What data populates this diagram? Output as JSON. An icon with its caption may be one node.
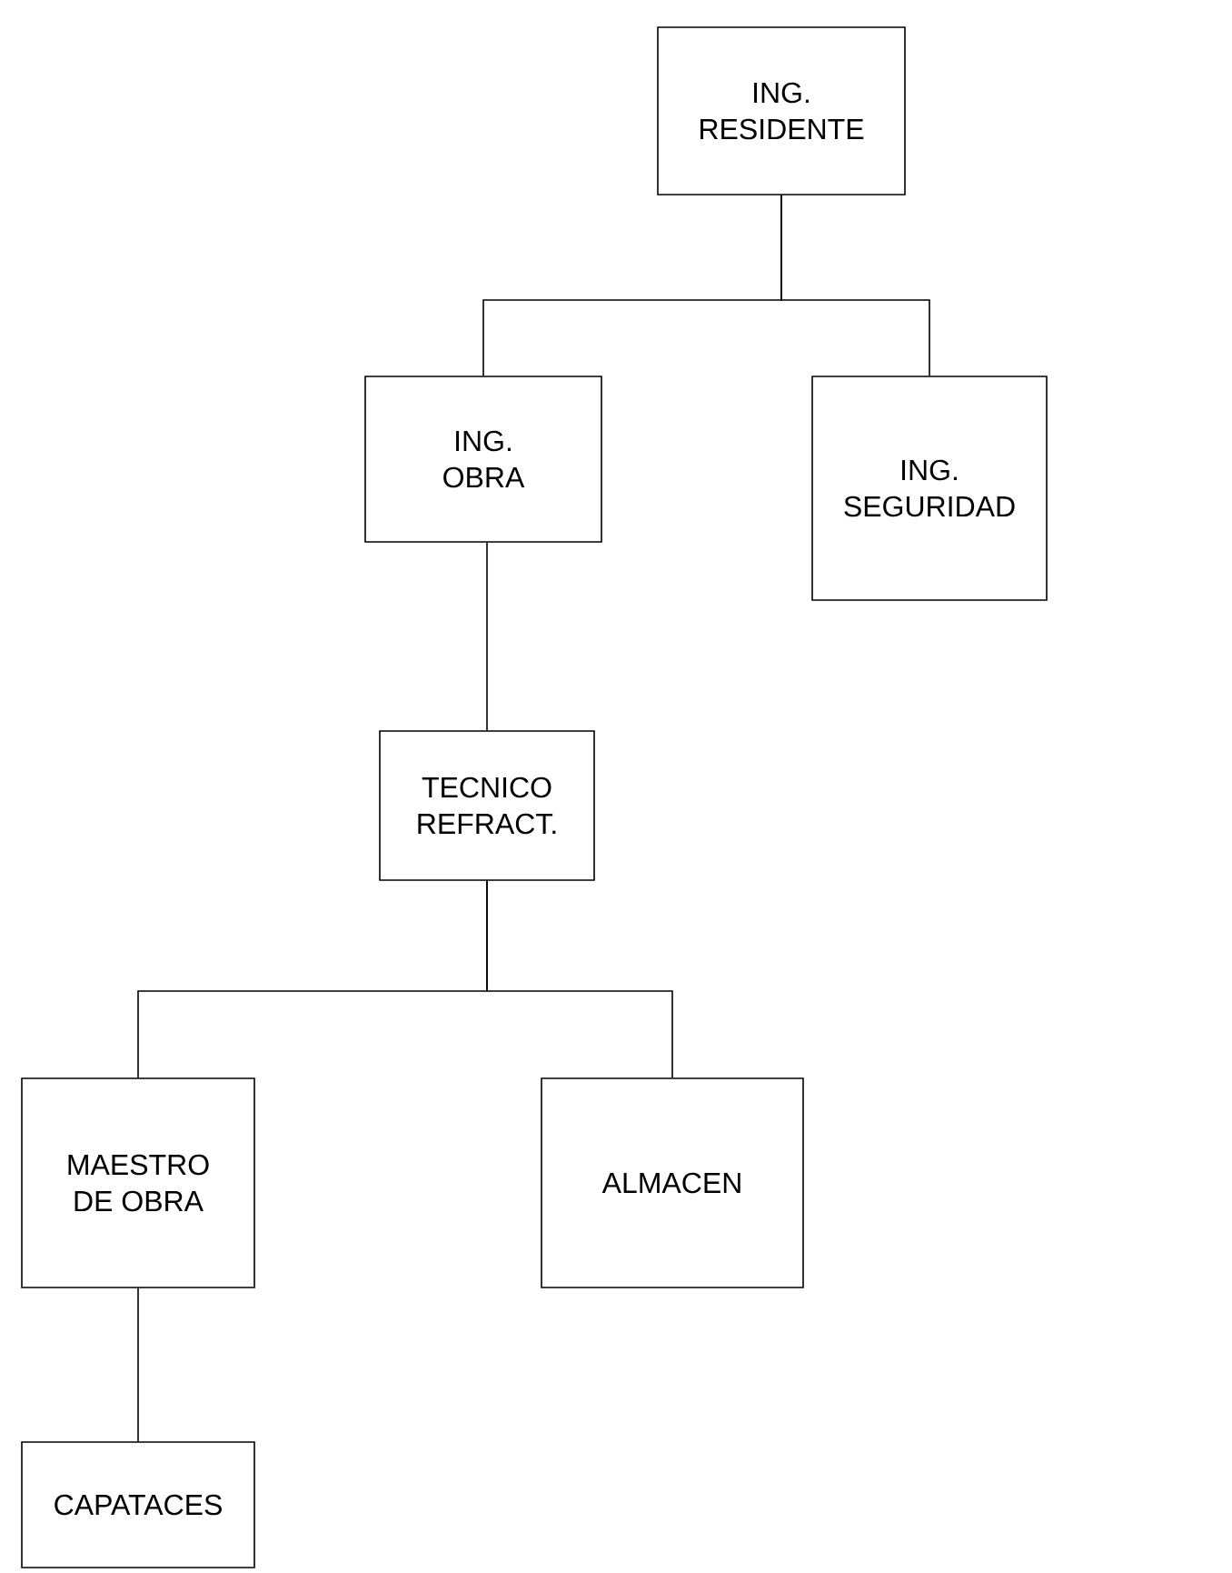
{
  "diagram": {
    "nodes": [
      {
        "text": [
          "ING. RESIDENTE"
        ]
      },
      {
        "text": [
          "ING. OBRA"
        ]
      },
      {
        "text": [
          "ING. SEGURIDAD"
        ]
      },
      {
        "text": [
          "TECNICO REFRACT."
        ]
      },
      {
        "text": [
          "MAESTRO DE OBRA"
        ]
      },
      {
        "text": [
          "ALMACEN"
        ]
      },
      {
        "text": [
          "CAPATACES"
        ]
      }
    ],
    "edges": [
      {
        "from": 0,
        "to": 1,
        "arrow": "none"
      },
      {
        "from": 0,
        "to": 2,
        "arrow": "none"
      },
      {
        "from": 1,
        "to": 3,
        "arrow": "none"
      },
      {
        "from": 3,
        "to": 4,
        "arrow": "none"
      },
      {
        "from": 3,
        "to": 5,
        "arrow": "none"
      },
      {
        "from": 4,
        "to": 6,
        "arrow": "none"
      }
    ]
  }
}
